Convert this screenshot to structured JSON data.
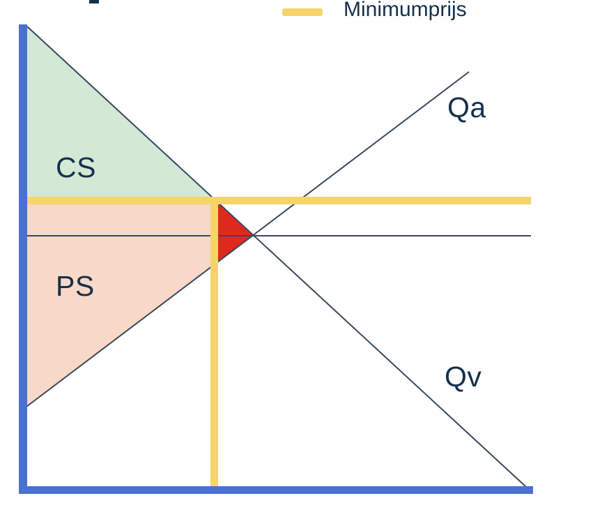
{
  "legend": {
    "items": [
      {
        "label": "Minimumprijs",
        "swatch_color": "#F5D46A"
      }
    ]
  },
  "curves": {
    "supply_label": "Qa",
    "demand_label": "Qv"
  },
  "regions": {
    "consumer_surplus_label": "CS",
    "producer_surplus_label": "PS"
  },
  "colors": {
    "axis_blue": "#4A70D4",
    "minimum_price_yellow": "#F5D46A",
    "consumer_surplus_green": "#D3E9D5",
    "producer_surplus_pink": "#F8D8C6",
    "deadweight_loss_red": "#DF291C",
    "curve_line_navy": "#37485E",
    "text_navy": "#14304D"
  }
}
